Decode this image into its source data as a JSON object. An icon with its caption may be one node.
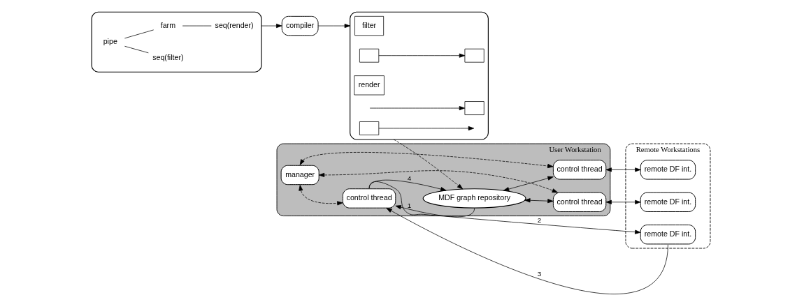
{
  "diagram": {
    "nodes": [
      {
        "text": [],
        "shape": "box"
      },
      {
        "text": [
          "pipe"
        ],
        "in": 0
      },
      {
        "text": [
          "seq(filter)"
        ],
        "in": 0
      },
      {
        "text": [
          "farm"
        ],
        "in": 0
      },
      {
        "text": [
          "seq(render)"
        ],
        "in": 0
      },
      {
        "text": [
          "compiler"
        ]
      },
      {
        "text": [],
        "shape": "box"
      },
      {
        "text": [
          "filter"
        ],
        "in": 6
      },
      {
        "text": [],
        "shape": "box",
        "in": 6
      },
      {
        "text": [],
        "shape": "box",
        "in": 6
      },
      {
        "text": [
          "render"
        ],
        "in": 6
      },
      {
        "text": [],
        "shape": "box",
        "in": 6
      },
      {
        "text": [],
        "shape": "box",
        "in": 6
      },
      {
        "text": [
          "User Workstation"
        ]
      },
      {
        "text": [
          "manager"
        ],
        "in": 13
      },
      {
        "text": [
          "MDF graph repository"
        ],
        "in": 13
      },
      {
        "text": [
          "control thread"
        ],
        "in": 13
      },
      {
        "text": [
          "control thread"
        ],
        "in": 13
      },
      {
        "text": [
          "control thread"
        ],
        "in": 13
      },
      {
        "text": [
          "Remote Workstations"
        ]
      },
      {
        "text": [
          "remote DF int."
        ],
        "in": 19
      },
      {
        "text": [
          "remote DF int."
        ],
        "in": 19
      },
      {
        "text": [
          "remote DF int."
        ],
        "in": 19
      }
    ],
    "edges": [
      {
        "from": 1,
        "to": 2,
        "arrow": "none"
      },
      {
        "from": 1,
        "to": 3,
        "arrow": "none"
      },
      {
        "from": 3,
        "to": 4,
        "arrow": "none"
      },
      {
        "from": 0,
        "to": 5,
        "arrow": "to"
      },
      {
        "from": 5,
        "to": 6,
        "arrow": "to"
      },
      {
        "from": null,
        "to": 8,
        "arrow": "to"
      },
      {
        "from": 9,
        "to": 11,
        "arrow": "to"
      },
      {
        "from": 12,
        "to": null,
        "arrow": "to"
      },
      {
        "from": 6,
        "to": 15,
        "arrow": "to",
        "style": "dashed"
      },
      {
        "from": 14,
        "to": 16,
        "arrow": "both",
        "style": "dashed"
      },
      {
        "from": 14,
        "to": 17,
        "arrow": "both",
        "style": "dashed"
      },
      {
        "from": 14,
        "to": 18,
        "arrow": "both",
        "style": "dashed"
      },
      {
        "from": 15,
        "to": 16,
        "arrow": "both"
      },
      {
        "from": 15,
        "to": 17,
        "arrow": "both"
      },
      {
        "from": 15,
        "to": 18,
        "arrow": "to",
        "label": "1"
      },
      {
        "from": 18,
        "to": 15,
        "arrow": "to",
        "label": "4"
      },
      {
        "from": 16,
        "to": 20,
        "arrow": "both"
      },
      {
        "from": 17,
        "to": 21,
        "arrow": "both"
      },
      {
        "from": 18,
        "to": 22,
        "arrow": "to",
        "label": "2"
      },
      {
        "from": 22,
        "to": 18,
        "arrow": "to",
        "label": "3"
      }
    ]
  }
}
